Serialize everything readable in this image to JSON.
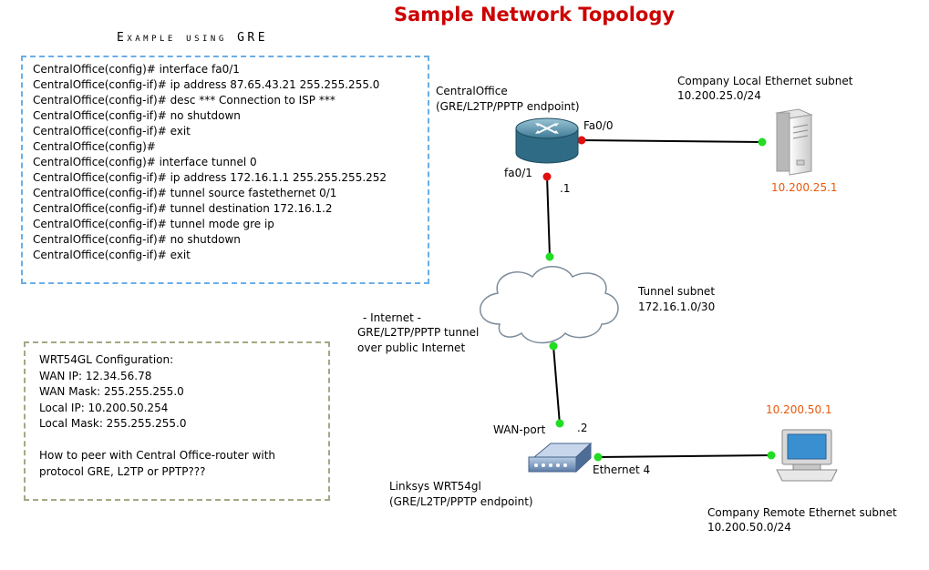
{
  "title": "Sample Network Topology",
  "subtitle": "Example using GRE",
  "config": {
    "lines": [
      "CentralOffice(config)# interface fa0/1",
      "CentralOffice(config-if)# ip address 87.65.43.21 255.255.255.0",
      "CentralOffice(config-if)# desc *** Connection to ISP ***",
      "CentralOffice(config-if)# no shutdown",
      "CentralOffice(config-if)# exit",
      "CentralOffice(config)#",
      "CentralOffice(config)# interface tunnel 0",
      "CentralOffice(config-if)# ip address 172.16.1.1 255.255.255.252",
      "CentralOffice(config-if)# tunnel source fastethernet 0/1",
      "CentralOffice(config-if)# tunnel destination 172.16.1.2",
      "CentralOffice(config-if)# tunnel mode gre ip",
      "CentralOffice(config-if)# no shutdown",
      "CentralOffice(config-if)# exit"
    ]
  },
  "wrt": {
    "lines": [
      "WRT54GL Configuration:",
      "WAN IP: 12.34.56.78",
      "WAN Mask: 255.255.255.0",
      "Local IP: 10.200.50.254",
      "Local Mask: 255.255.255.0",
      "",
      "How to peer with Central Office-router with",
      "protocol GRE, L2TP or PPTP???"
    ]
  },
  "nodes": {
    "central_office": {
      "name": "CentralOffice",
      "role": "(GRE/L2TP/PPTP endpoint)",
      "port_fa00": "Fa0/0",
      "port_fa01": "fa0/1",
      "addr": ".1"
    },
    "local_subnet": {
      "name": "Company Local Ethernet subnet",
      "net": "10.200.25.0/24",
      "host_ip": "10.200.25.1"
    },
    "internet": {
      "line1": "- Internet -",
      "line2": "GRE/L2TP/PPTP tunnel",
      "line3": "over public Internet"
    },
    "tunnel": {
      "name": "Tunnel subnet",
      "net": "172.16.1.0/30"
    },
    "linksys": {
      "name": "Linksys WRT54gl",
      "role": "(GRE/L2TP/PPTP endpoint)",
      "wan_port": "WAN-port",
      "addr": ".2",
      "eth_port": "Ethernet 4"
    },
    "remote_subnet": {
      "name": "Company Remote Ethernet subnet",
      "net": "10.200.50.0/24",
      "host_ip": "10.200.50.1"
    }
  },
  "colors": {
    "title": "#cc0000",
    "ip_highlight": "#e8590c",
    "link_up": "#22dd22",
    "link_down": "#e01010",
    "config_border": "#6aaee6",
    "wrt_border": "#a4a883"
  }
}
